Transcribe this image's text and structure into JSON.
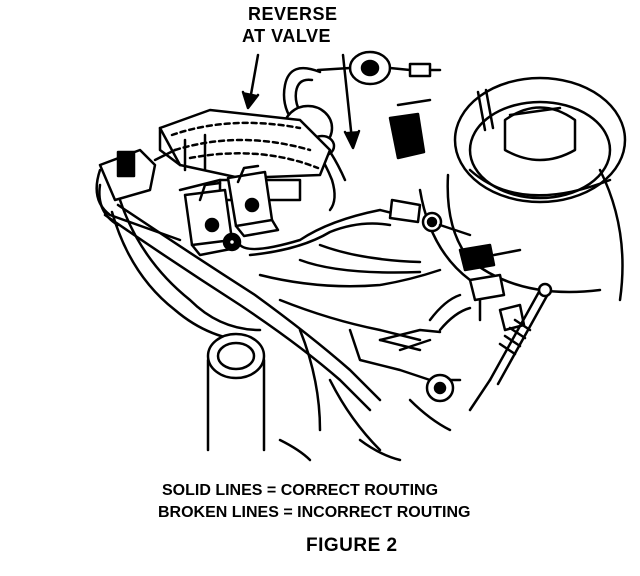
{
  "callout": {
    "line1": "REVERSE",
    "line2": "AT VALVE"
  },
  "legend": {
    "solid": "SOLID LINES = CORRECT ROUTING",
    "broken": "BROKEN LINES = INCORRECT ROUTING"
  },
  "figure": {
    "caption": "FIGURE 2"
  },
  "colors": {
    "ink": "#000000",
    "paper": "#ffffff"
  }
}
